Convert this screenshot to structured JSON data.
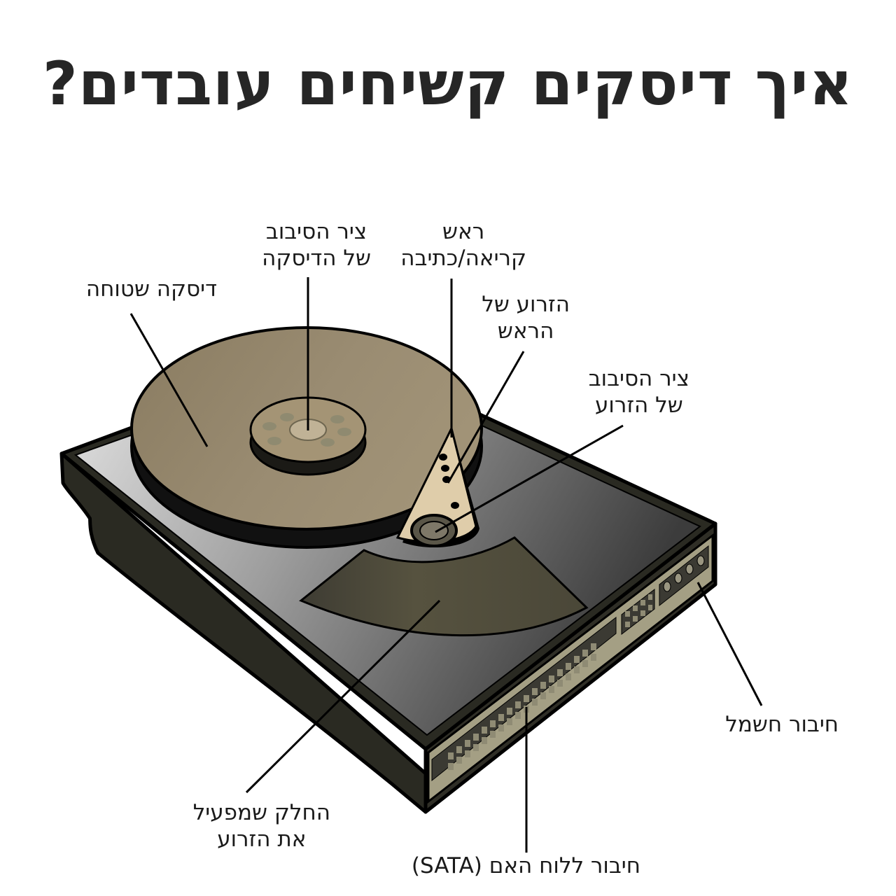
{
  "title": "איך דיסקים קשיחים עובדים?",
  "labels": {
    "platter": [
      "דיסקה שטוחה"
    ],
    "spindle": [
      "ציר הסיבוב",
      "של הדיסקה"
    ],
    "head": [
      "ראש",
      "קריאה/כתיבה"
    ],
    "arm": [
      "הזרוע של",
      "הראש"
    ],
    "arm_pivot": [
      "ציר הסיבוב",
      "של הזרוע"
    ],
    "actuator": [
      "החלק שמפעיל",
      "את הזרוע"
    ],
    "sata": [
      "חיבור ללוח האם (SATA)"
    ],
    "power": [
      "חיבור חשמל"
    ]
  },
  "colors": {
    "title": "#262626",
    "outline": "#000000",
    "body_dark": "#2b2b24",
    "platter": "#8c7f66",
    "actuator": "#45433a",
    "connector_frame": "#a49f84"
  }
}
